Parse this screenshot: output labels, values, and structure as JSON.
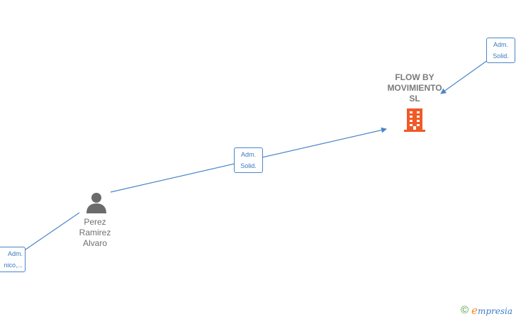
{
  "company": {
    "name_line1": "FLOW BY",
    "name_line2": "MOVIMIENTO",
    "name_line3": "SL",
    "icon": "building-icon",
    "color": "#f05a28"
  },
  "person": {
    "name_line1": "Perez",
    "name_line2": "Ramirez",
    "name_line3": "Alvaro",
    "icon": "person-icon"
  },
  "edges": [
    {
      "role_line1": "Adm.",
      "role_line2": "Solid."
    },
    {
      "role_line1": "Adm.",
      "role_line2": "Solid."
    },
    {
      "role_line1": "Adm.",
      "role_line2": "nico,..."
    }
  ],
  "watermark": {
    "copyright": "©",
    "brand_initial": "e",
    "brand_rest": "mpresia"
  },
  "colors": {
    "edge": "#4a86c8",
    "label_text": "#3a78c4",
    "node_text": "#7b7b7b",
    "person_icon": "#6b6b6b"
  }
}
